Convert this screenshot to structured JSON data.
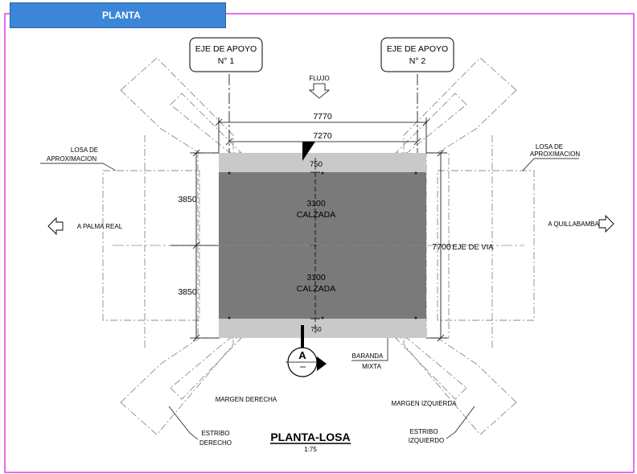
{
  "tab": {
    "label": "PLANTA"
  },
  "supports": {
    "left": {
      "line1": "EJE DE APOYO",
      "line2": "N° 1"
    },
    "right": {
      "line1": "EJE DE APOYO",
      "line2": "N° 2"
    }
  },
  "flow_label": "FLUJO",
  "dimensions": {
    "total_length": "7770",
    "span_length": "7270",
    "sidewalk_top": "750",
    "sidewalk_bottom": "750",
    "lane_top": "3100",
    "lane_bottom": "3100",
    "half_width_top": "3850",
    "half_width_bottom": "3850",
    "total_width": "7700"
  },
  "lane_label_top": "CALZADA",
  "lane_label_bottom": "CALZADA",
  "axis_label": "EJE DE VIA",
  "approach_slab_left": {
    "line1": "LOSA DE",
    "line2": "APROXIMACION"
  },
  "approach_slab_right": {
    "line1": "LOSA DE",
    "line2": "APROXIMACION"
  },
  "direction_left": "A PALMA REAL",
  "direction_right": "A QUILLABAMBA",
  "section_marker": "A",
  "railing": {
    "line1": "BARANDA",
    "line2": "MIXTA"
  },
  "margin_right_bank": "MARGEN DERECHA",
  "margin_left_bank": "MARGEN IZQUIERDA",
  "abutment_right": {
    "line1": "ESTRIBO",
    "line2": "DERECHO"
  },
  "abutment_left": {
    "line1": "ESTRIBO",
    "line2": "IZQUIERDO"
  },
  "drawing_title": "PLANTA-LOSA",
  "drawing_scale": "1:75",
  "colors": {
    "border": "#e23be2",
    "tab": "#3b86d8",
    "deck": "#7a7a7a",
    "sidewalk": "#c9c9c9",
    "outline": "#8c8c8c"
  }
}
